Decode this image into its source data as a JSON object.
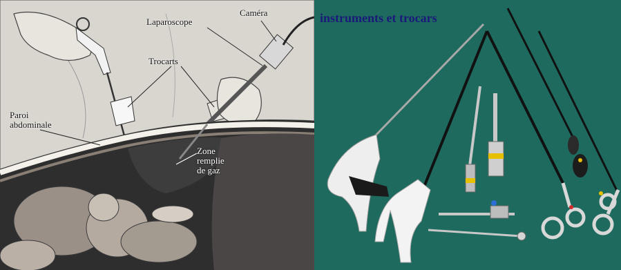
{
  "illustration": {
    "labels": {
      "laparoscope": "Laparoscope",
      "camera": "Caméra",
      "trocarts": "Trocarts",
      "abdominal_wall": "Paroi\nabdominale",
      "gas_zone": "Zone\nremplie\nde gaz"
    }
  },
  "photo": {
    "heading": "instruments et trocars"
  },
  "colors": {
    "photo_background": "#1f6a5e",
    "heading_text": "#1a1a7a",
    "drape": "#4a4646"
  }
}
